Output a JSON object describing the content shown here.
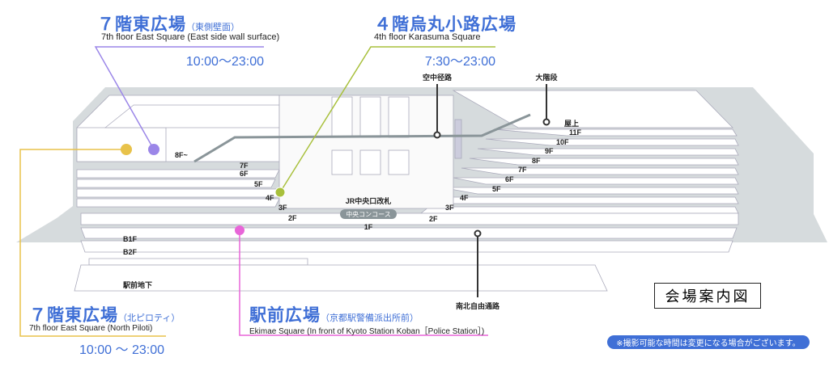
{
  "spots": {
    "east7_wall": {
      "title": "７階東広場",
      "sub": "（東側壁面）",
      "en": "7th floor East Square (East side wall surface)",
      "time": "10:00～23:00",
      "color": "#9b86e8"
    },
    "karasuma4": {
      "title": "４階烏丸小路広場",
      "en": "4th floor Karasuma Square",
      "time": "7:30～23:00",
      "color": "#a8c03c"
    },
    "east7_north": {
      "title": "７階東広場",
      "sub": "（北ピロティ）",
      "en": "7th floor East Square (North Piloti)",
      "time": "10:00 ～ 23:00",
      "color": "#e8c24a"
    },
    "ekimae": {
      "title": "駅前広場",
      "sub": "（京都駅警備派出所前）",
      "en": "Ekimae Square (In front of Kyoto Station Koban［Police Station］)",
      "color": "#e865d8"
    }
  },
  "map": {
    "skyway": "空中径路",
    "grand_stairs": "大階段",
    "rooftop": "屋上",
    "gate": "JR中央口改札",
    "concourse": "中央コンコース",
    "ns_passage": "南北自由通路",
    "underground": "駅前地下",
    "left_floors": [
      "8F~",
      "7F",
      "6F",
      "5F",
      "4F",
      "3F",
      "2F"
    ],
    "center_floor": "1F",
    "right_floors": [
      "11F",
      "10F",
      "9F",
      "8F",
      "7F",
      "6F",
      "5F",
      "4F",
      "3F",
      "2F"
    ],
    "basement": [
      "B1F",
      "B2F"
    ]
  },
  "legend_title": "会場案内図",
  "note": "※撮影可能な時間は変更になる場合がございます。"
}
